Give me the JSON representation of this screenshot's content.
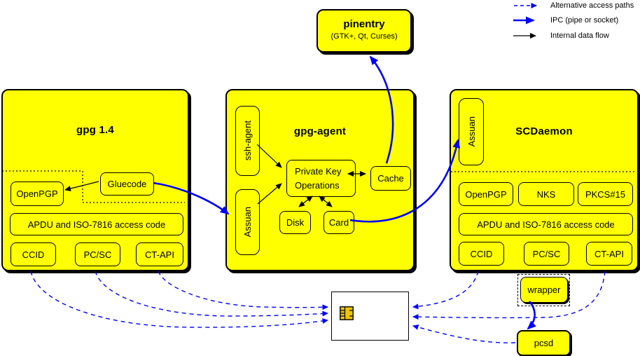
{
  "legend": {
    "alt_paths": "Alternative access paths",
    "ipc": "IPC (pipe or socket)",
    "internal": "Internal data flow"
  },
  "pinentry": {
    "title": "pinentry",
    "subtitle": "(GTK+, Qt, Curses)"
  },
  "gpg14": {
    "title": "gpg 1.4",
    "openpgp": "OpenPGP",
    "gluecode": "Gluecode",
    "apdu": "APDU and ISO-7816 access code",
    "ccid": "CCID",
    "pcsc": "PC/SC",
    "ctapi": "CT-API"
  },
  "gpgagent": {
    "title": "gpg-agent",
    "ssh_agent": "ssh-agent",
    "assuan": "Assuan",
    "private_key_line1": "Private Key",
    "private_key_line2": "Operations",
    "cache": "Cache",
    "disk": "Disk",
    "card": "Card"
  },
  "scdaemon": {
    "title": "SCDaemon",
    "assuan": "Assuan",
    "openpgp": "OpenPGP",
    "nks": "NKS",
    "pkcs15": "PKCS#15",
    "apdu": "APDU and ISO-7816 access code",
    "ccid": "CCID",
    "pcsc": "PC/SC",
    "ctapi": "CT-API",
    "wrapper": "wrapper"
  },
  "pcsd": {
    "label": "pcsd"
  },
  "smartcard": {
    "icon": "smartcard-chip-icon"
  },
  "colors": {
    "box_fill": "#ffff00",
    "ipc_blue": "#0000ff",
    "line_black": "#000000",
    "chip_gold": "#edc500",
    "card_fill": "#ffffff"
  }
}
